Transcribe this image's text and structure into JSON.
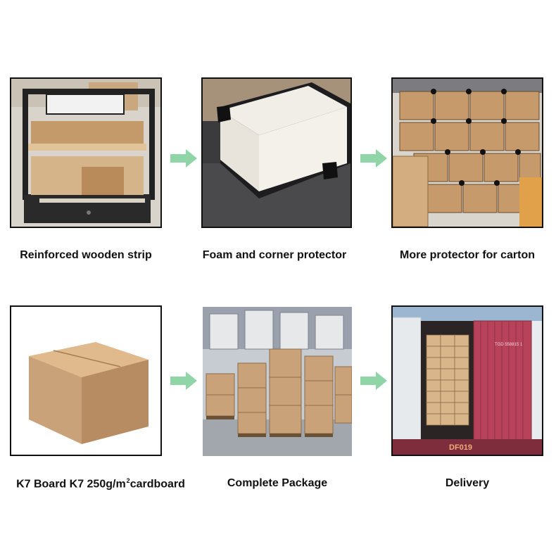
{
  "steps": [
    {
      "caption": "Reinforced wooden strip"
    },
    {
      "caption": "Foam and corner protector"
    },
    {
      "caption": "More protector for carton"
    },
    {
      "caption_before_sup": "K7 Board K7 250g/m",
      "caption_sup": "2",
      "caption_after_sup": "cardboard"
    },
    {
      "caption": "Complete Package"
    },
    {
      "caption": "Delivery"
    }
  ],
  "container_marking": "DF019",
  "container_code": "TGD 558815 1",
  "colors": {
    "arrow": "#8fd5a8",
    "carton": "#c9a27a",
    "container": "#b8425a"
  }
}
